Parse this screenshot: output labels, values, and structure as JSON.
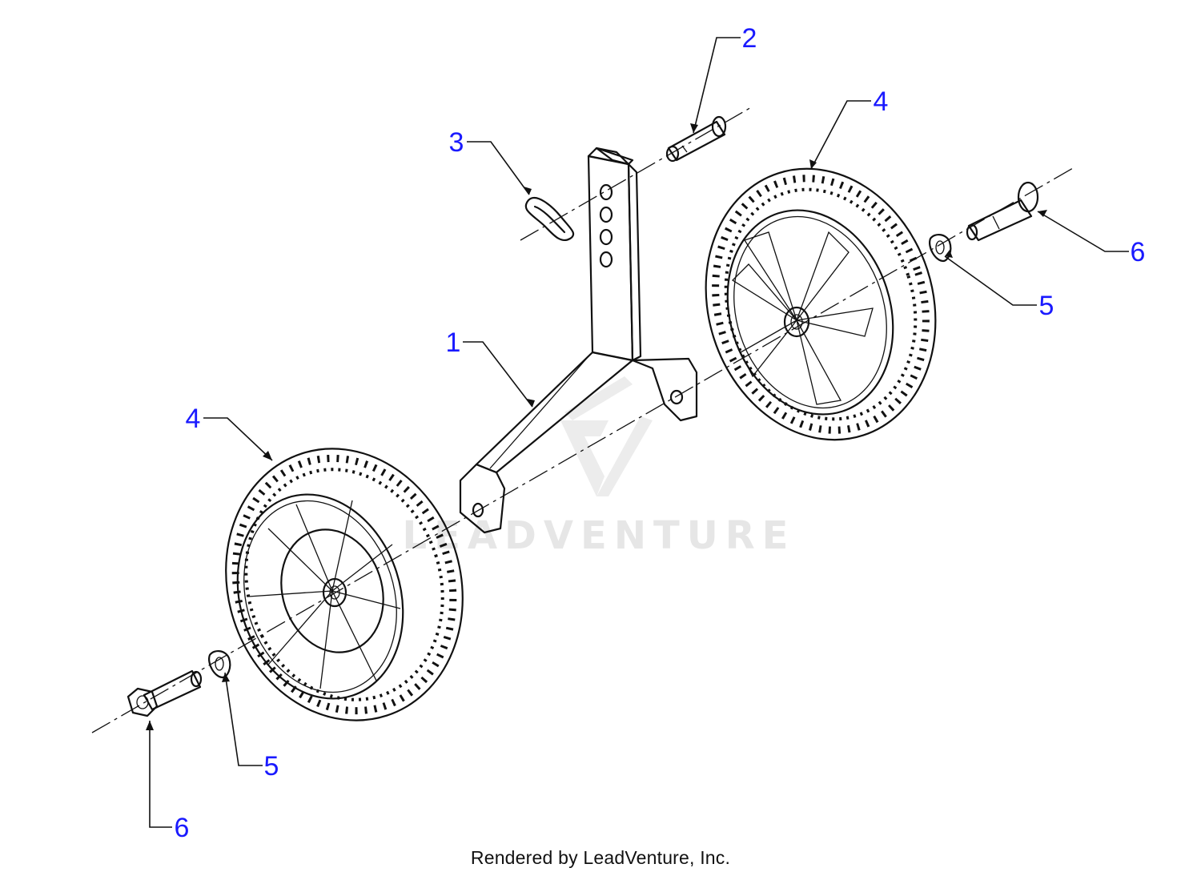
{
  "callouts": [
    {
      "id": "c1",
      "label": "1"
    },
    {
      "id": "c2",
      "label": "2"
    },
    {
      "id": "c3",
      "label": "3"
    },
    {
      "id": "c4a",
      "label": "4"
    },
    {
      "id": "c4b",
      "label": "4"
    },
    {
      "id": "c5a",
      "label": "5"
    },
    {
      "id": "c5b",
      "label": "5"
    },
    {
      "id": "c6a",
      "label": "6"
    },
    {
      "id": "c6b",
      "label": "6"
    }
  ],
  "watermark": "LEADVENTURE",
  "footer": "Rendered by LeadVenture, Inc.",
  "colors": {
    "callout": "#1a1aff",
    "line": "#111111",
    "watermark": "#e6e6e6"
  }
}
